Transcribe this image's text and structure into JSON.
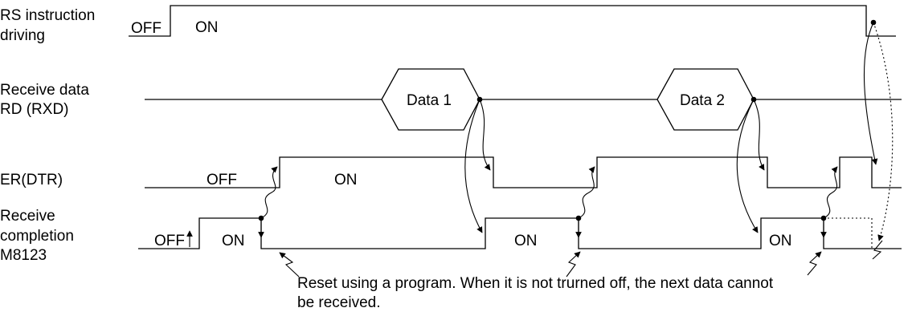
{
  "signals": {
    "rs": {
      "label_line1": "RS instruction",
      "label_line2": "driving",
      "off": "OFF",
      "on": "ON"
    },
    "rd": {
      "label_line1": "Receive data",
      "label_line2": "RD (RXD)",
      "data1": "Data 1",
      "data2": "Data 2"
    },
    "er": {
      "label": "ER(DTR)",
      "off": "OFF",
      "on": "ON"
    },
    "rc": {
      "label_line1": "Receive",
      "label_line2": "completion",
      "label_line3": "M8123",
      "off": "OFF",
      "on1": "ON",
      "on2": "ON",
      "on3": "ON"
    }
  },
  "note": {
    "line1": "Reset using a program. When it is not trurned off, the next data cannot",
    "line2": "be received."
  }
}
